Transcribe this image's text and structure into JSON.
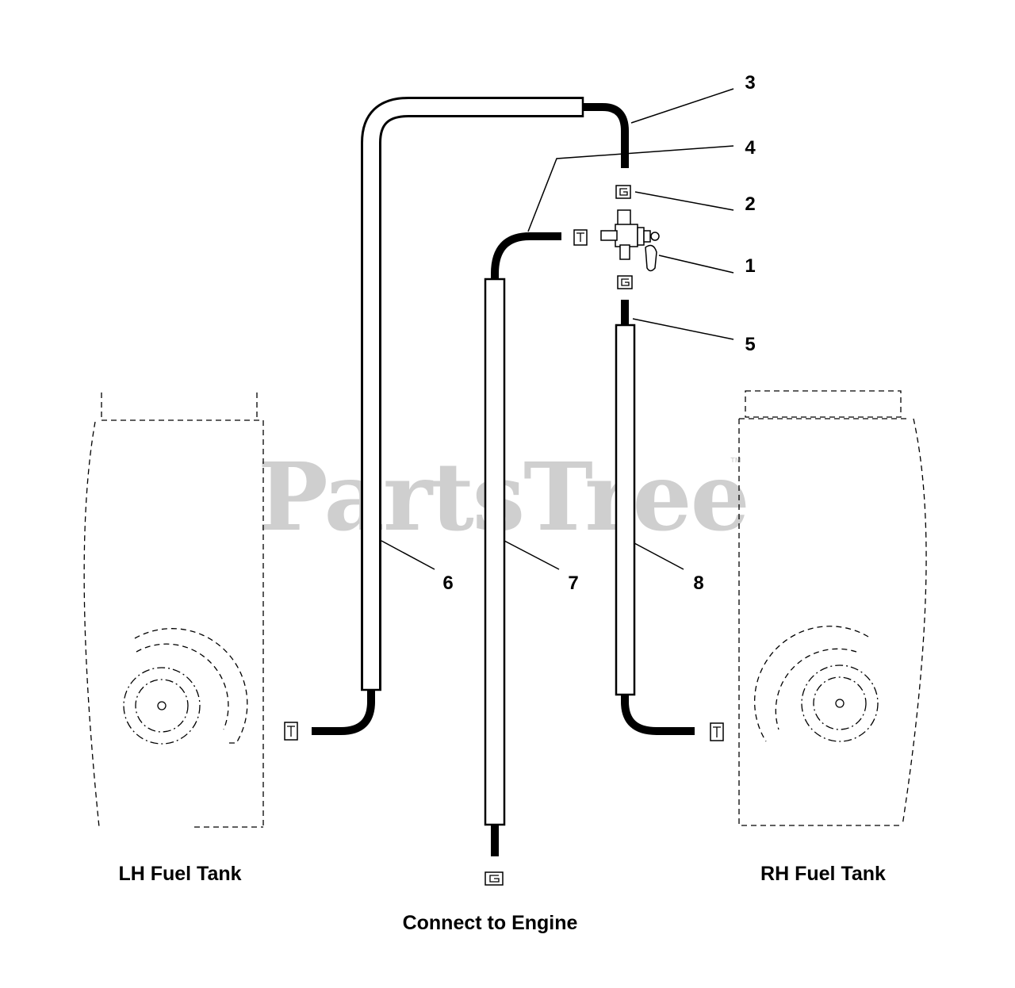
{
  "watermark": {
    "text": "PartsTree",
    "trademark": "™"
  },
  "callouts": [
    "1",
    "2",
    "3",
    "4",
    "5",
    "6",
    "7",
    "8"
  ],
  "captions": {
    "lh_tank": "LH Fuel Tank",
    "rh_tank": "RH Fuel Tank",
    "engine": "Connect to Engine"
  }
}
